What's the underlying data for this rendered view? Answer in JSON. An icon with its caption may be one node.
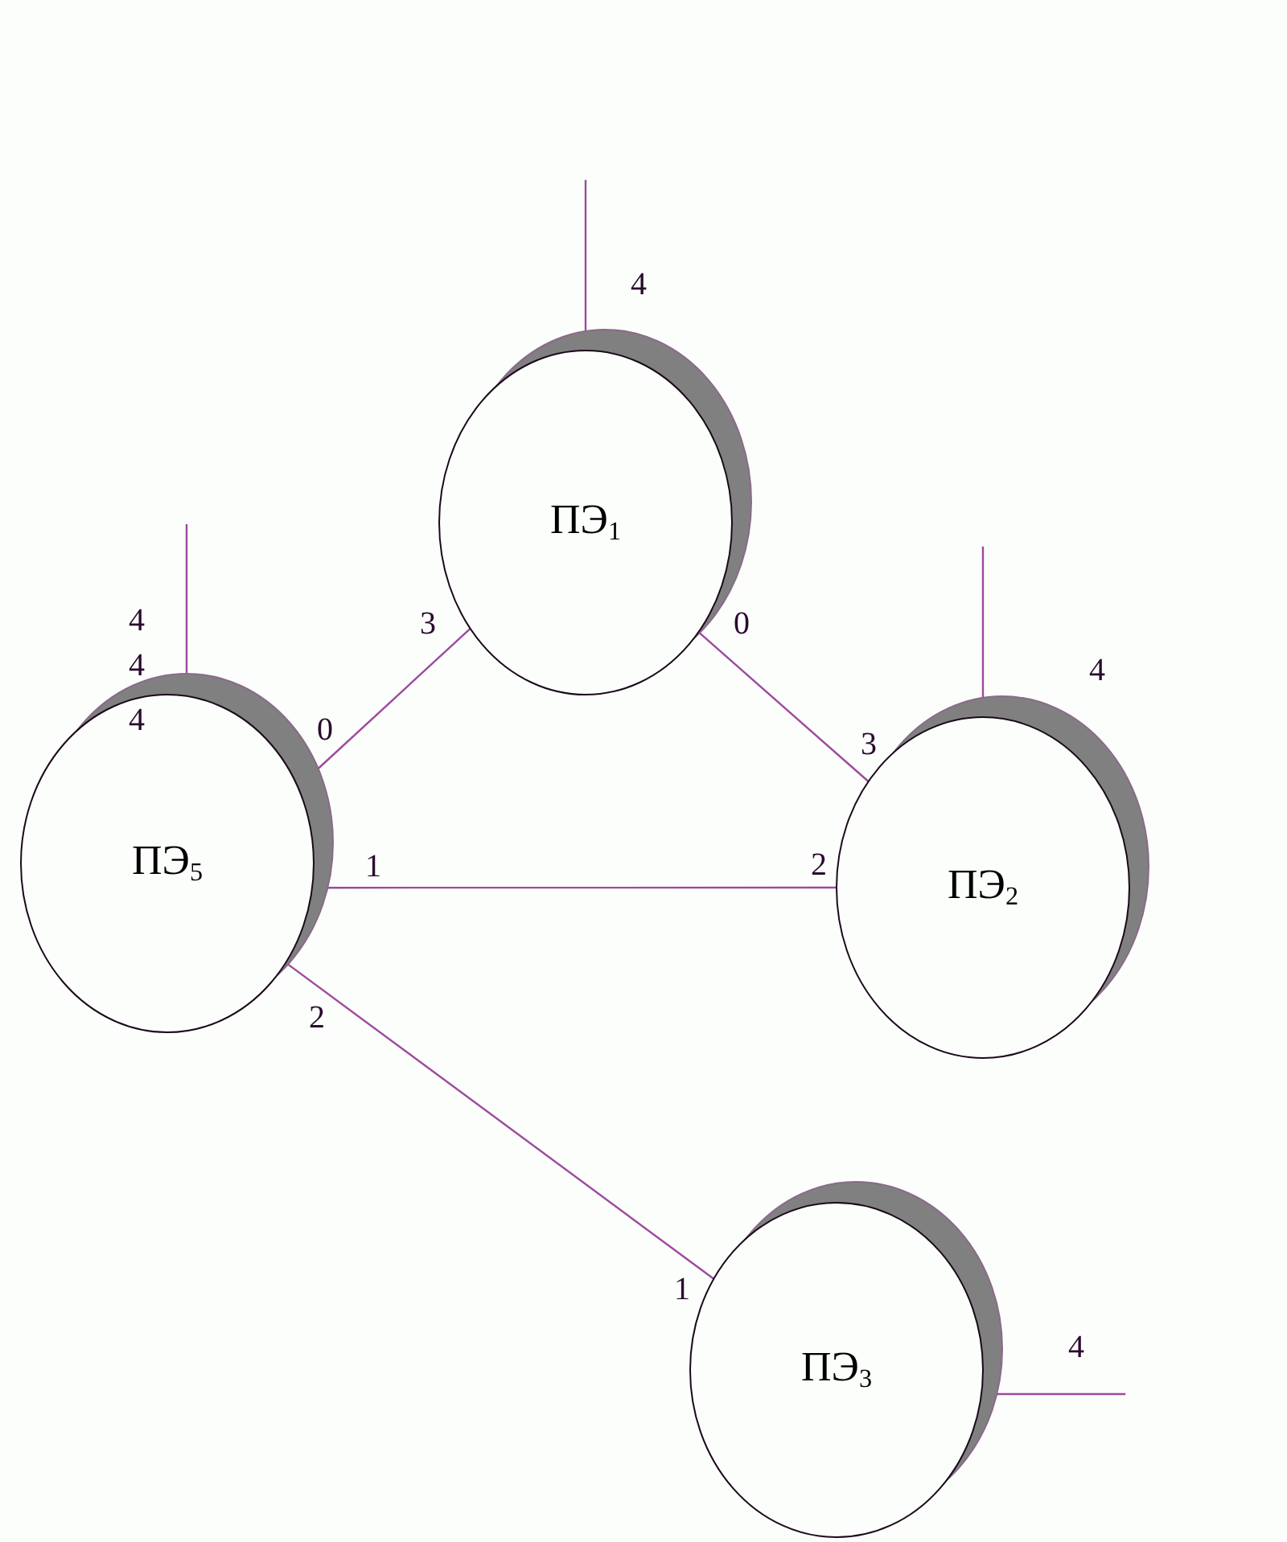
{
  "diagram": {
    "nodes": [
      {
        "text": [
          "ПЭ$_{1}$"
        ]
      },
      {
        "text": [
          "ПЭ$_{5}$"
        ]
      },
      {
        "text": [
          "ПЭ$_{2}$"
        ]
      },
      {
        "text": [
          "ПЭ$_{3}$"
        ]
      }
    ],
    "edges": [
      {
        "from": 0,
        "to": 1,
        "arrow": "none"
      },
      {
        "from": 0,
        "to": 2,
        "arrow": "none"
      },
      {
        "from": 1,
        "to": 2,
        "arrow": "none"
      },
      {
        "from": 1,
        "to": 3,
        "arrow": "none"
      },
      {
        "from": 0,
        "to": null,
        "arrow": "none"
      },
      {
        "from": 1,
        "to": null,
        "arrow": "none"
      },
      {
        "from": 2,
        "to": null,
        "arrow": "none"
      },
      {
        "from": 3,
        "to": null,
        "arrow": "none"
      }
    ],
    "labels": [
      "4",
      "4",
      "3",
      "0",
      "4",
      "4",
      "4",
      "0",
      "3",
      "1",
      "2",
      "2",
      "1",
      "4"
    ]
  }
}
